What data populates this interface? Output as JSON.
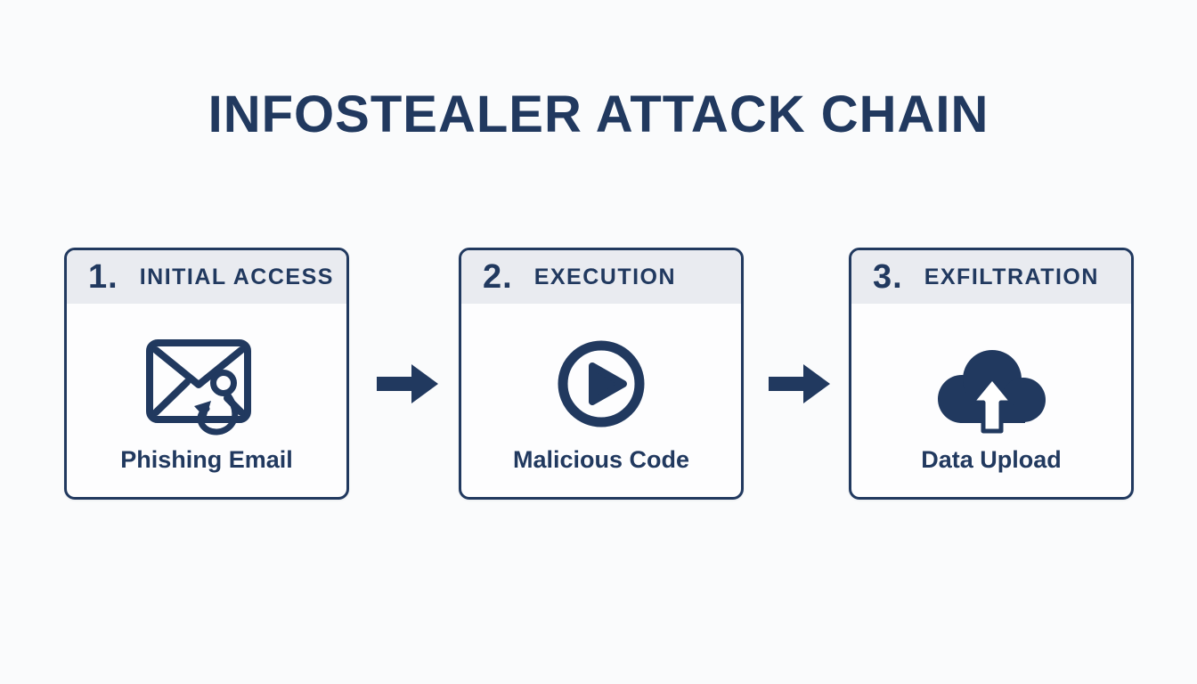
{
  "title": "INFOSTEALER ATTACK CHAIN",
  "colors": {
    "navy": "#21395f",
    "band": "#e9ebf0",
    "background": "#fafbfc",
    "box_bg": "#fdfdfe"
  },
  "steps": [
    {
      "number": "1.",
      "heading": "INITIAL ACCESS",
      "label": "Phishing Email",
      "icon": "phishing-email-hook-icon"
    },
    {
      "number": "2.",
      "heading": "EXECUTION",
      "label": "Malicious Code",
      "icon": "play-circle-icon"
    },
    {
      "number": "3.",
      "heading": "EXFILTRATION",
      "label": "Data Upload",
      "icon": "cloud-upload-icon"
    }
  ],
  "connectors": [
    "arrow-right-icon",
    "arrow-right-icon"
  ]
}
